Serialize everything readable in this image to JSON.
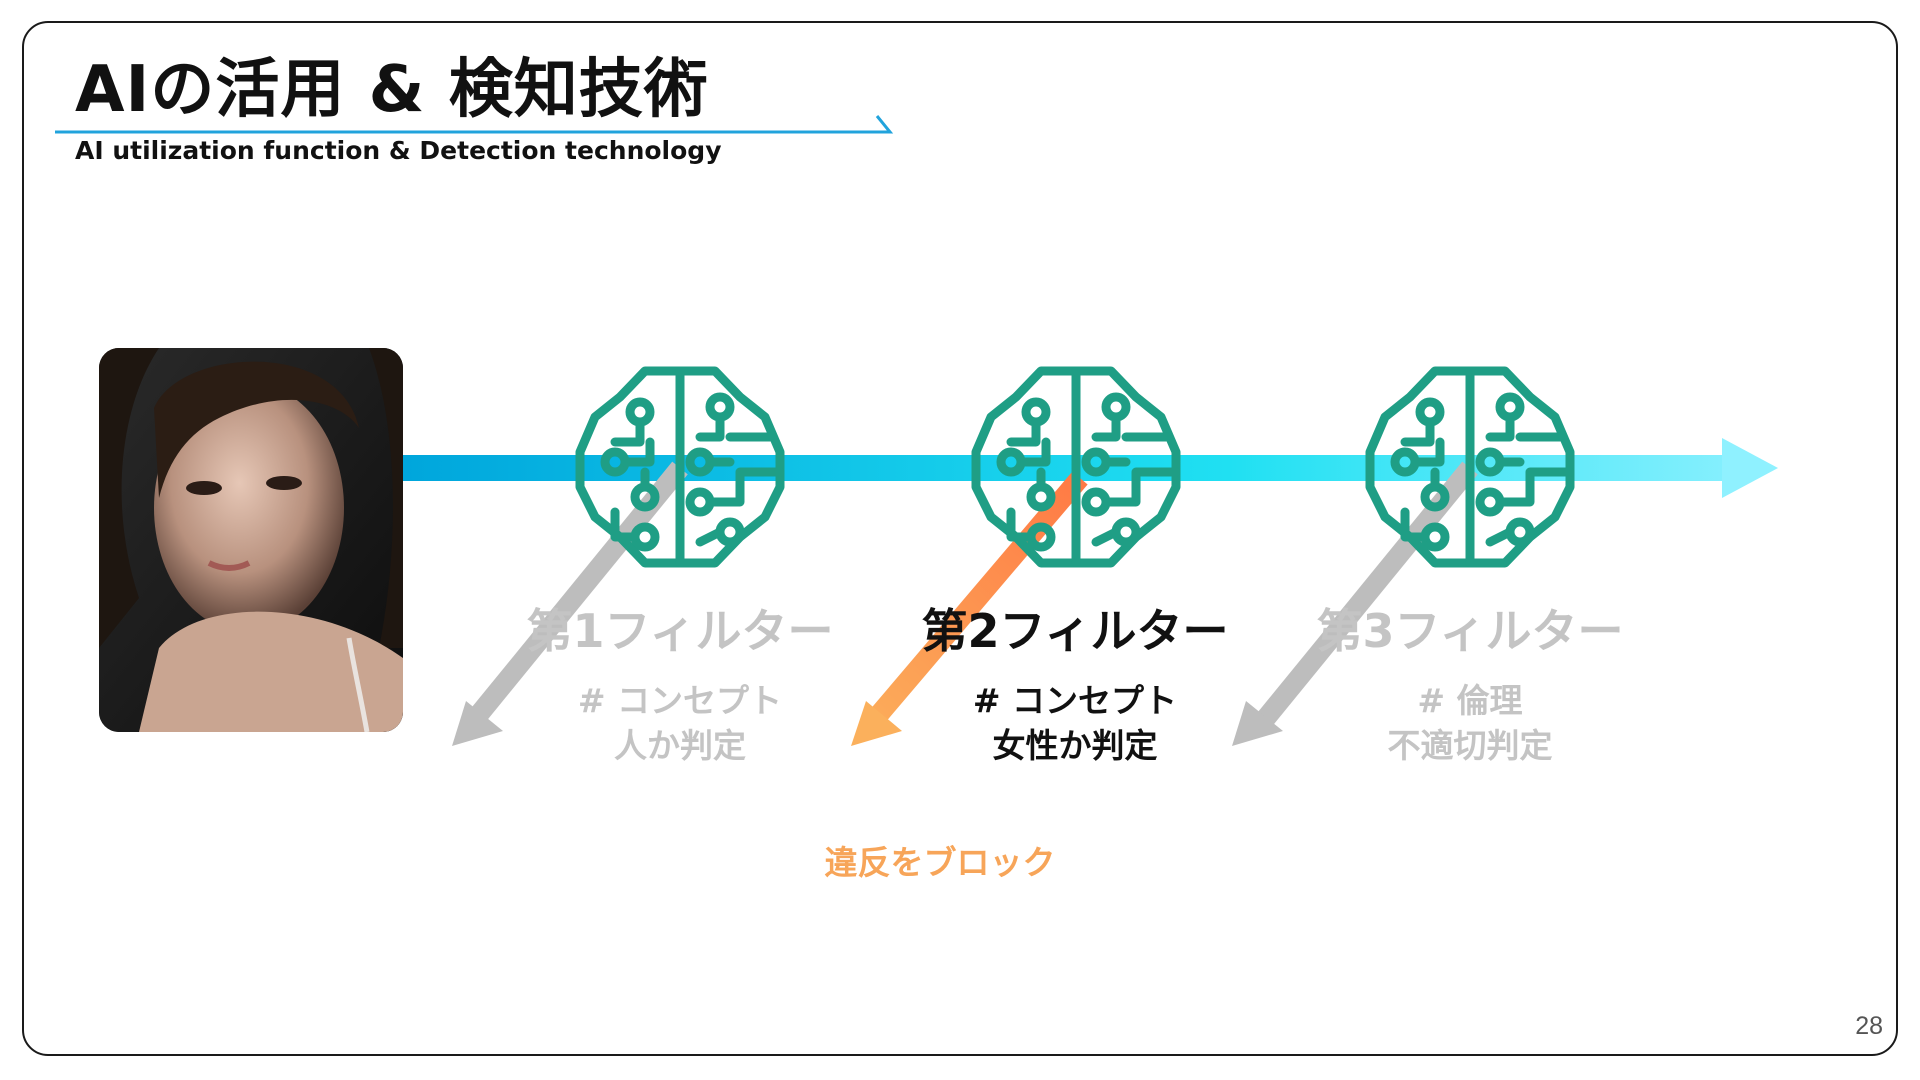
{
  "slide": {
    "title": "AIの活用 & 検知技術",
    "subtitle": "AI utilization function & Detection technology",
    "page_number": "28"
  },
  "filters": [
    {
      "name": "第1フィルター",
      "desc_line1": "# コンセプト",
      "desc_line2": "人か判定",
      "state": "dim"
    },
    {
      "name": "第2フィルター",
      "desc_line1": "# コンセプト",
      "desc_line2": "女性か判定",
      "state": "active"
    },
    {
      "name": "第3フィルター",
      "desc_line1": "# 倫理",
      "desc_line2": "不適切判定",
      "state": "dim"
    }
  ],
  "block_label": "違反をブロック",
  "icons": {
    "filter_icon": "ai-brain-circuit-icon",
    "flow": "right-arrow-icon",
    "reject": "down-left-arrow-icon"
  },
  "colors": {
    "brain": "#1f9e85",
    "flow_start": "#00a6dc",
    "flow_end": "#8ff1ff",
    "reject_gray": "#bdbdbd",
    "reject_orange_start": "#ff7a45",
    "reject_orange_end": "#fbb05c",
    "underline": "#21a3dc",
    "block_text": "#f7a559"
  }
}
